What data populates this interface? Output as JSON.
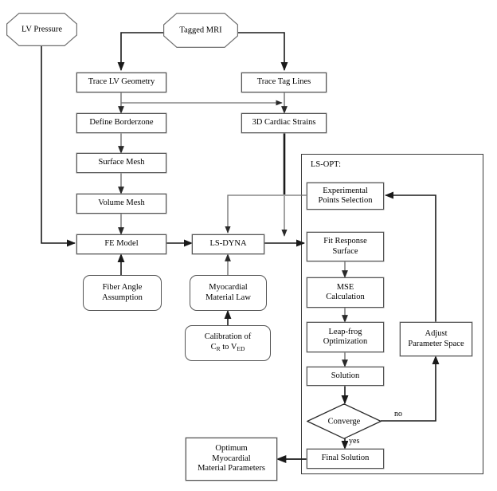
{
  "diagram": {
    "title_label": "LS-OPT:",
    "colors": {
      "line_dark": "#222222",
      "line_mid": "#555555",
      "line_light": "#8a8a8a",
      "text": "#000000",
      "background": "#ffffff"
    },
    "nodes": {
      "lv_pressure": {
        "label": "LV Pressure",
        "shape": "octagon"
      },
      "tagged_mri": {
        "label": "Tagged MRI",
        "shape": "octagon"
      },
      "trace_lv_geometry": {
        "label": "Trace LV Geometry",
        "shape": "rect"
      },
      "trace_tag_lines": {
        "label": "Trace Tag Lines",
        "shape": "rect"
      },
      "define_borderzone": {
        "label": "Define Borderzone",
        "shape": "rect"
      },
      "cardiac_strains": {
        "label": "3D Cardiac Strains",
        "shape": "rect"
      },
      "surface_mesh": {
        "label": "Surface Mesh",
        "shape": "rect"
      },
      "volume_mesh": {
        "label": "Volume Mesh",
        "shape": "rect"
      },
      "fe_model": {
        "label": "FE Model",
        "shape": "rect"
      },
      "ls_dyna": {
        "label": "LS-DYNA",
        "shape": "rect"
      },
      "fiber_angle": {
        "line1": "Fiber Angle",
        "line2": "Assumption",
        "shape": "rounded"
      },
      "myocardial_material_law": {
        "line1": "Myocardial",
        "line2": "Material Law",
        "shape": "rounded"
      },
      "calibration": {
        "line1": "Calibration of",
        "line2_pre": "C",
        "line2_sub1": "R",
        "line2_mid": " to V",
        "line2_sub2": "ED",
        "shape": "rounded"
      },
      "experimental_points": {
        "line1": "Experimental",
        "line2": "Points Selection",
        "shape": "rect"
      },
      "fit_response_surface": {
        "line1": "Fit Response",
        "line2": "Surface",
        "shape": "rect"
      },
      "mse_calculation": {
        "line1": "MSE",
        "line2": "Calculation",
        "shape": "rect"
      },
      "leapfrog_optimization": {
        "line1": "Leap-frog",
        "line2": "Optimization",
        "shape": "rect"
      },
      "solution": {
        "label": "Solution",
        "shape": "rect"
      },
      "converge": {
        "label": "Converge",
        "shape": "diamond"
      },
      "final_solution": {
        "label": "Final Solution",
        "shape": "rect"
      },
      "adjust_parameter_space": {
        "line1": "Adjust",
        "line2": "Parameter Space",
        "shape": "rect"
      },
      "optimum_parameters": {
        "line1": "Optimum",
        "line2": "Myocardial",
        "line3": "Material Parameters",
        "shape": "rect"
      }
    },
    "edge_labels": {
      "converge_no": "no",
      "converge_yes": "yes"
    }
  }
}
